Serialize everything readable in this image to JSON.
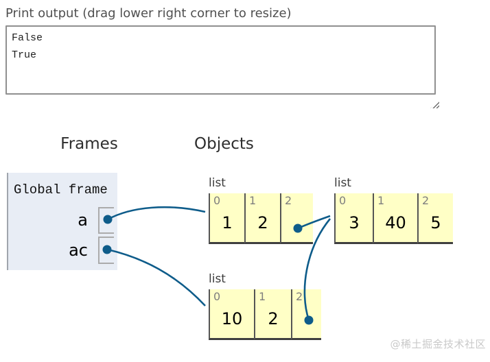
{
  "print_output": {
    "label": "Print output (drag lower right corner to resize)",
    "content": "False\nTrue"
  },
  "headers": {
    "frames": "Frames",
    "objects": "Objects"
  },
  "global_frame": {
    "title": "Global frame",
    "variables": [
      {
        "name": "a",
        "points_to": "list-1"
      },
      {
        "name": "ac",
        "points_to": "list-3"
      }
    ]
  },
  "objects": {
    "lists": [
      {
        "label": "list",
        "cells": [
          {
            "index": "0",
            "value": "1"
          },
          {
            "index": "1",
            "value": "2"
          },
          {
            "index": "2",
            "value": "",
            "pointer_to": "list-2"
          }
        ]
      },
      {
        "label": "list",
        "cells": [
          {
            "index": "0",
            "value": "3"
          },
          {
            "index": "1",
            "value": "40"
          },
          {
            "index": "2",
            "value": "5"
          }
        ]
      },
      {
        "label": "list",
        "cells": [
          {
            "index": "0",
            "value": "10"
          },
          {
            "index": "1",
            "value": "2"
          },
          {
            "index": "2",
            "value": "",
            "pointer_to": "list-2"
          }
        ]
      }
    ]
  },
  "colors": {
    "arrow": "#0e5c8a",
    "list_cell_bg": "#ffffc6",
    "frame_bg": "#e8edf5",
    "cell_border": "#555555",
    "slot_border": "#ababab"
  },
  "watermark": "@稀土掘金技术社区"
}
